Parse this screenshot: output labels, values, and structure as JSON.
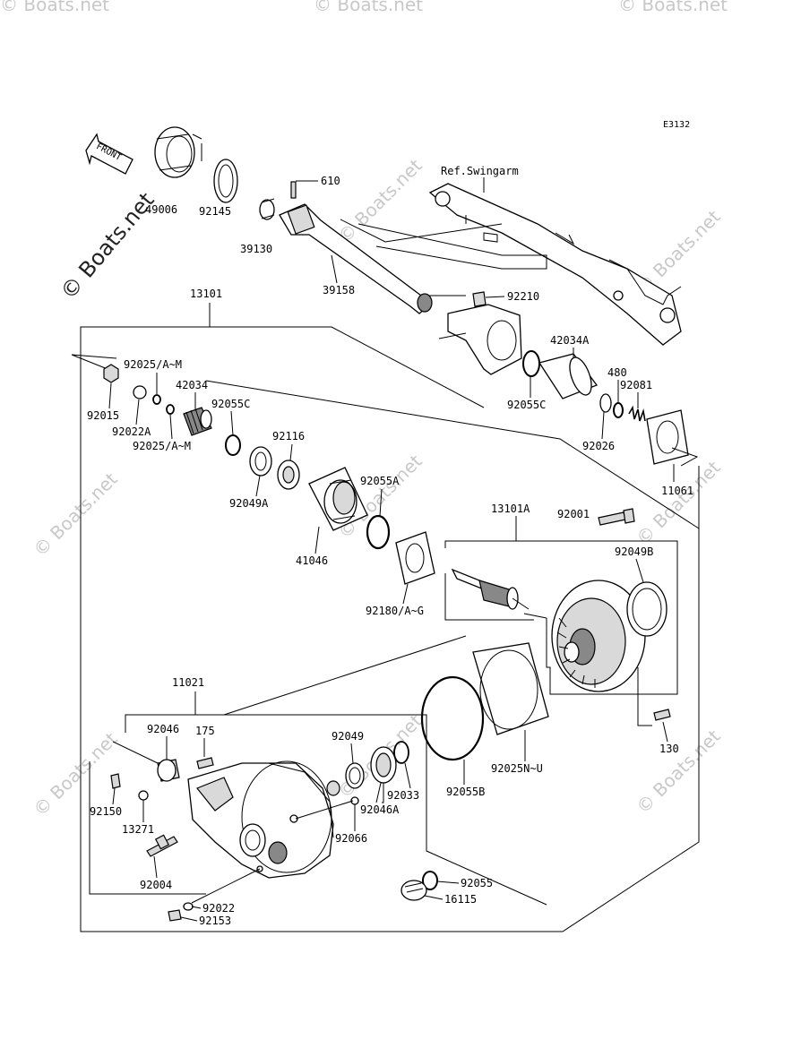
{
  "diagram_code": "E3132",
  "front_label": "FRONT",
  "ref_label": "Ref.Swingarm",
  "watermark_main": "© Boats.net",
  "watermark_tile": "© Boats.net",
  "parts": {
    "p49006": "49006",
    "p92145": "92145",
    "p39130": "39130",
    "p610": "610",
    "p39158": "39158",
    "p92210": "92210",
    "p13101": "13101",
    "p42034A": "42034A",
    "p92025AM_top": "92025/A~M",
    "p42034": "42034",
    "p92055C_left": "92055C",
    "p480": "480",
    "p92081": "92081",
    "p92015": "92015",
    "p92022A": "92022A",
    "p92025AM_bot": "92025/A~M",
    "p92055C_right": "92055C",
    "p92026": "92026",
    "p92116": "92116",
    "p11061": "11061",
    "p92049A": "92049A",
    "p92055A": "92055A",
    "p13101A": "13101A",
    "p92001": "92001",
    "p41046": "41046",
    "p92049B": "92049B",
    "p92180AG": "92180/A~G",
    "p11021": "11021",
    "p92046": "92046",
    "p175": "175",
    "p92049": "92049",
    "p130": "130",
    "p92025NU": "92025N~U",
    "p92150": "92150",
    "p92033": "92033",
    "p92055B": "92055B",
    "p92046A": "92046A",
    "p13271": "13271",
    "p92066": "92066",
    "p92004": "92004",
    "p92055": "92055",
    "p16115": "16115",
    "p92022": "92022",
    "p92153": "92153"
  }
}
